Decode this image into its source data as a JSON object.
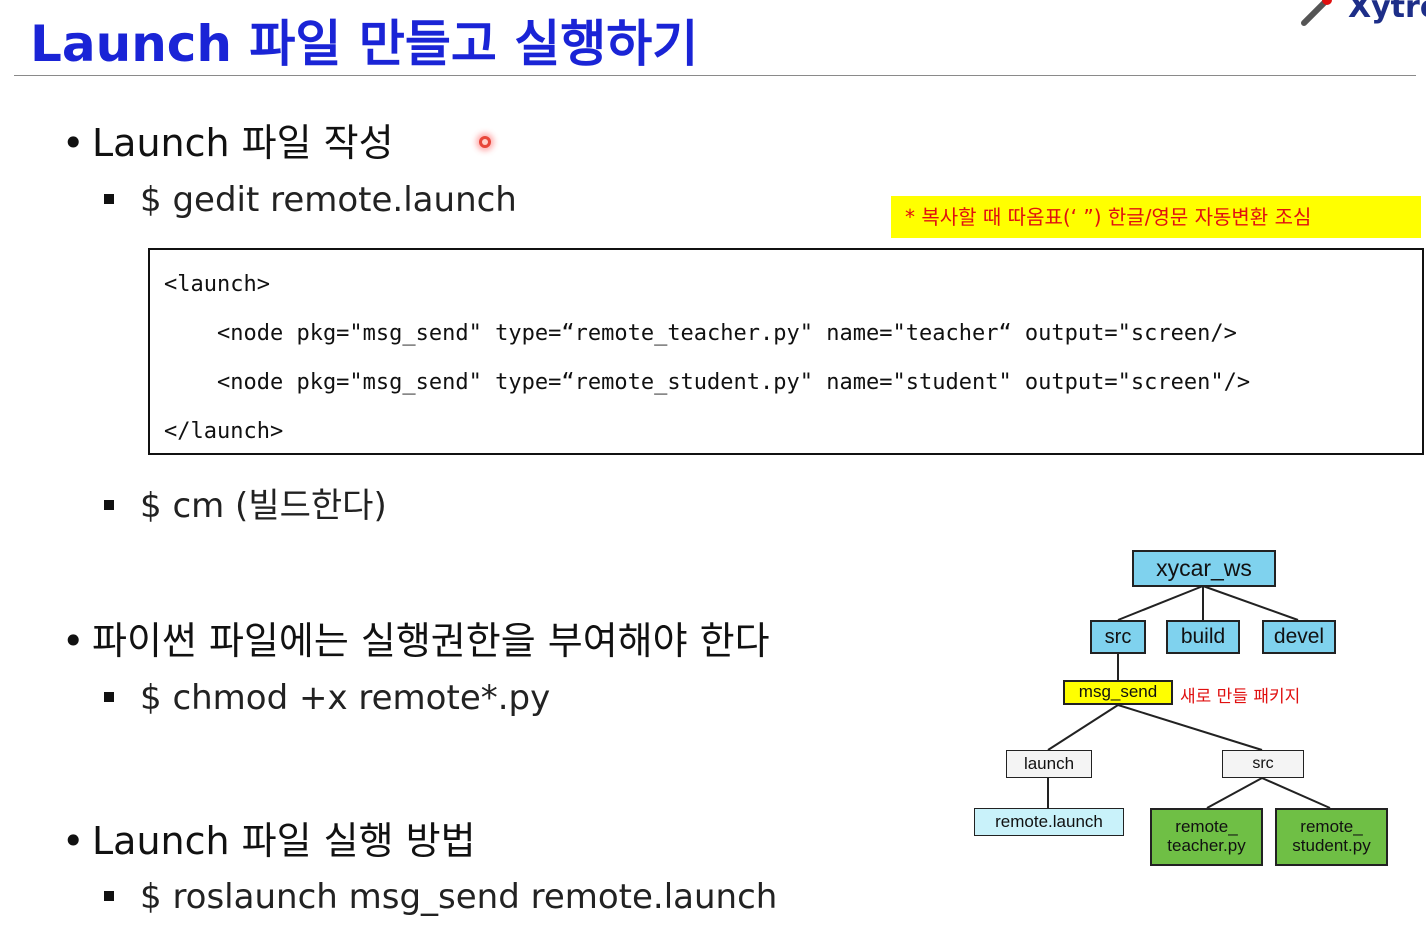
{
  "header": {
    "title": "Launch 파일 만들고 실행하기",
    "logo_text": "Xytro"
  },
  "sections": [
    {
      "bullet": "Launch 파일 작성",
      "command": "$ gedit   remote.launch"
    },
    {
      "build_command": "$ cm   (빌드한다)"
    },
    {
      "bullet": "파이썬 파일에는 실행권한을 부여해야 한다",
      "command": "$ chmod  +x remote*.py"
    },
    {
      "bullet": "Launch 파일 실행 방법",
      "command": "$ roslaunch   msg_send   remote.launch"
    }
  ],
  "note": "* 복사할 때 따옴표(‘ ”) 한글/영문 자동변환 조심",
  "code_lines": [
    "<launch>",
    "    <node pkg=\"msg_send\" type=“remote_teacher.py\" name=\"teacher“ output=\"screen/>",
    "    <node pkg=\"msg_send\" type=“remote_student.py\" name=\"student\" output=\"screen\"/>",
    "</launch>"
  ],
  "tree": {
    "root": "xycar_ws",
    "children": [
      "src",
      "build",
      "devel"
    ],
    "package": "msg_send",
    "package_note": "새로 만들 패키지",
    "package_children": [
      "launch",
      "src"
    ],
    "launch_file": "remote.launch",
    "py_files": [
      "remote_\nteacher.py",
      "remote_\nstudent.py"
    ]
  },
  "colors": {
    "title": "#1a24d6",
    "note_bg": "#ffff00",
    "note_text": "#e01010",
    "node_blue": "#7fd2ee",
    "node_green": "#6fbf45"
  }
}
